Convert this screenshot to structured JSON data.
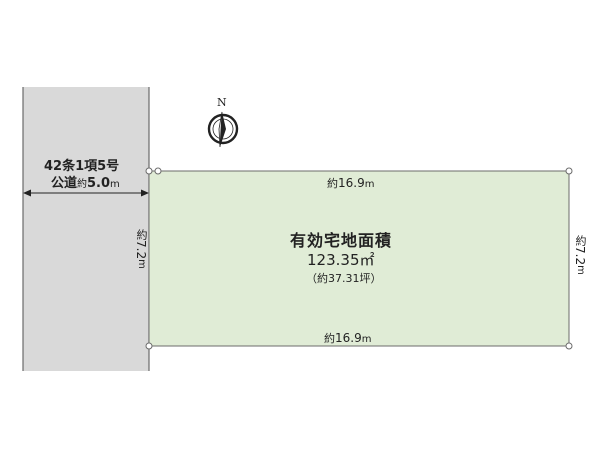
{
  "road": {
    "type_label": "42条1項5号",
    "name_label": "公道",
    "width_prefix": "約",
    "width_value": "5.0",
    "width_unit": "m"
  },
  "compass": {
    "north_label": "N"
  },
  "lot": {
    "top_side": {
      "prefix": "約",
      "value": "16.9",
      "unit": "m"
    },
    "bottom_side": {
      "prefix": "約",
      "value": "16.9",
      "unit": "m"
    },
    "left_side": {
      "prefix": "約",
      "value": "7.2",
      "unit": "m"
    },
    "right_side": {
      "prefix": "約",
      "value": "7.2",
      "unit": "m"
    },
    "area_title": "有効宅地面積",
    "area_value": "123.35㎡",
    "area_tsubo": "（約37.31坪）"
  },
  "colors": {
    "road_fill": "#d9d9d9",
    "lot_fill": "#e0ecd6",
    "outline": "#6b6b6b"
  }
}
